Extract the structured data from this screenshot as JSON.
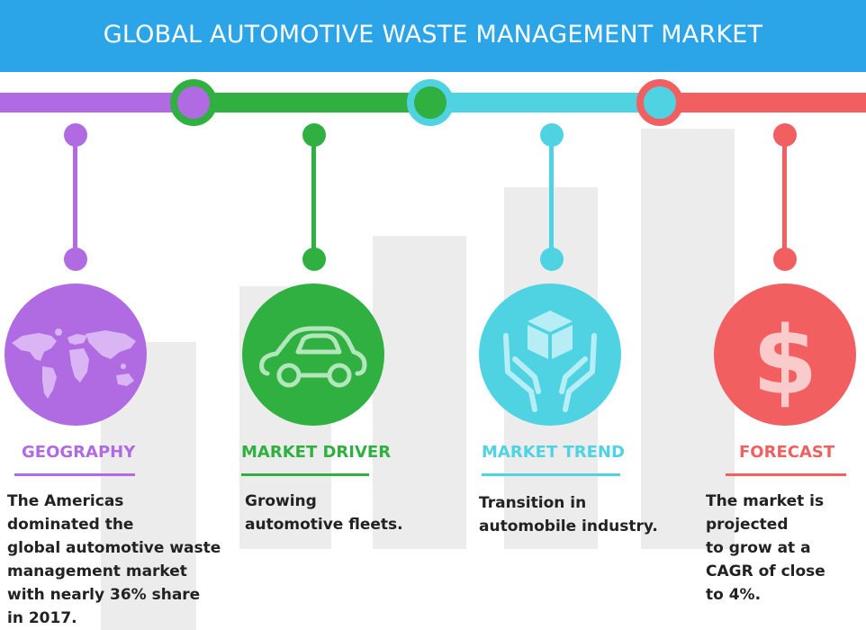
{
  "title": "GLOBAL AUTOMOTIVE WASTE MANAGEMENT MARKET",
  "colors": {
    "header": "#2ba4e8",
    "purple": "#b06be3",
    "green": "#2fb040",
    "cyan": "#4fd3e3",
    "red": "#f15f60"
  },
  "sections": [
    {
      "icon": "globe-map-icon",
      "label": "GEOGRAPHY",
      "lines": [
        "The Americas",
        "dominated the",
        "global automotive waste",
        "management market",
        "with nearly 36% share",
        "in 2017."
      ]
    },
    {
      "icon": "car-icon",
      "label": "MARKET DRIVER",
      "lines": [
        "Growing",
        "automotive fleets."
      ]
    },
    {
      "icon": "hands-box-icon",
      "label": "MARKET TREND",
      "lines": [
        "Transition in",
        "automobile industry."
      ]
    },
    {
      "icon": "dollar-icon",
      "label": "FORECAST",
      "lines": [
        "The market is",
        "projected",
        "to grow at a",
        "CAGR of close",
        "to 4%."
      ]
    }
  ]
}
